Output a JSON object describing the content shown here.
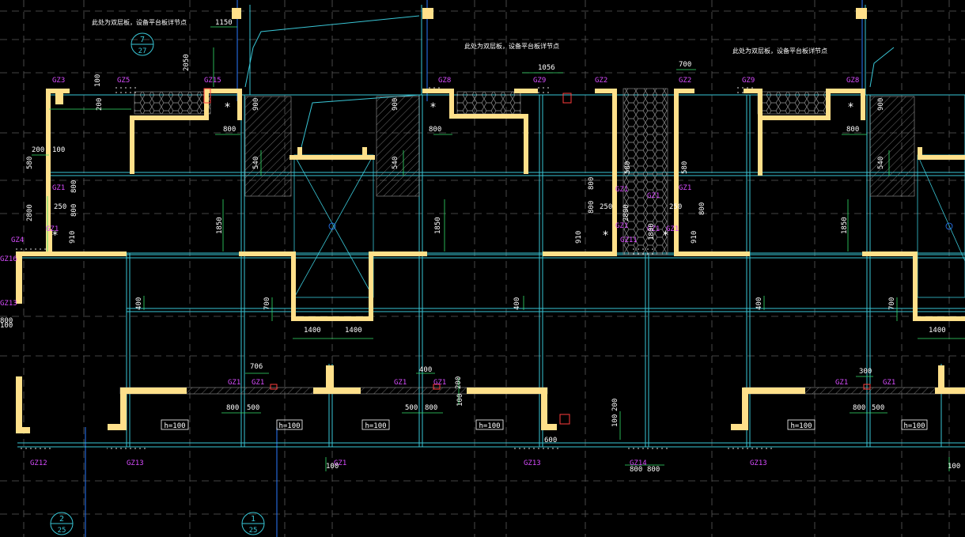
{
  "colors": {
    "background": "#000000",
    "wall": "#ffe08a",
    "axis": "#2a7aff",
    "grid": "#6e6e6e",
    "beam": "#39c6d6",
    "dimension": "#34e06a",
    "label_magenta": "#d84cff",
    "text": "#ffffff",
    "hatch": "#9a9a9a",
    "red_marker": "#ff3c3c"
  },
  "icons": [
    "detail-callout-icon",
    "elevator-shaft-cross-icon",
    "hatch-pattern-icon"
  ],
  "notes": [
    {
      "id": "note-left",
      "text": "此处为双层板，设备平台板详节点"
    },
    {
      "id": "note-mid",
      "text": "此处为双层板，设备平台板详节点"
    },
    {
      "id": "note-right",
      "text": "此处为双层板，设备平台板详节点"
    }
  ],
  "callouts": [
    {
      "id": "callout-top",
      "top": "7",
      "bottom": "27"
    },
    {
      "id": "callout-bottom-left",
      "top": "2",
      "bottom": "25"
    },
    {
      "id": "callout-bottom-mid",
      "top": "1",
      "bottom": "25"
    }
  ],
  "column_tags": [
    {
      "text": "GZ3"
    },
    {
      "text": "GZ5"
    },
    {
      "text": "GZ15"
    },
    {
      "text": "GZ8"
    },
    {
      "text": "GZ9"
    },
    {
      "text": "GZ2"
    },
    {
      "text": "GZ2"
    },
    {
      "text": "GZ9"
    },
    {
      "text": "GZ8"
    },
    {
      "text": "GZ4"
    },
    {
      "text": "GZ16"
    },
    {
      "text": "GZ1"
    },
    {
      "text": "GZ1"
    },
    {
      "text": "GZ13"
    },
    {
      "text": "GZ1"
    },
    {
      "text": "GZ1"
    },
    {
      "text": "GZ11"
    },
    {
      "text": "GZ1"
    },
    {
      "text": "GZ1"
    },
    {
      "text": "GZ1"
    },
    {
      "text": "GZ1"
    },
    {
      "text": "GZ1"
    },
    {
      "text": "GZ1"
    },
    {
      "text": "GZ1"
    },
    {
      "text": "GZ1"
    },
    {
      "text": "GZ1"
    },
    {
      "text": "GZ1"
    },
    {
      "text": "GZ12"
    },
    {
      "text": "GZ13"
    },
    {
      "text": "GZ1"
    },
    {
      "text": "GZ13"
    },
    {
      "text": "GZ14"
    },
    {
      "text": "GZ13"
    }
  ],
  "dimensions": [
    {
      "text": "1150"
    },
    {
      "text": "2050"
    },
    {
      "text": "1056"
    },
    {
      "text": "700"
    },
    {
      "text": "200"
    },
    {
      "text": "100"
    },
    {
      "text": "200"
    },
    {
      "text": "100"
    },
    {
      "text": "900"
    },
    {
      "text": "800"
    },
    {
      "text": "900"
    },
    {
      "text": "800"
    },
    {
      "text": "900"
    },
    {
      "text": "800"
    },
    {
      "text": "580"
    },
    {
      "text": "540"
    },
    {
      "text": "540"
    },
    {
      "text": "540"
    },
    {
      "text": "800"
    },
    {
      "text": "250"
    },
    {
      "text": "800"
    },
    {
      "text": "2800"
    },
    {
      "text": "910"
    },
    {
      "text": "1850"
    },
    {
      "text": "1850"
    },
    {
      "text": "1850"
    },
    {
      "text": "580"
    },
    {
      "text": "800"
    },
    {
      "text": "800"
    },
    {
      "text": "250"
    },
    {
      "text": "2800"
    },
    {
      "text": "910"
    },
    {
      "text": "1800"
    },
    {
      "text": "580"
    },
    {
      "text": "250"
    },
    {
      "text": "800"
    },
    {
      "text": "910"
    },
    {
      "text": "400"
    },
    {
      "text": "700"
    },
    {
      "text": "1400"
    },
    {
      "text": "1400"
    },
    {
      "text": "400"
    },
    {
      "text": "400"
    },
    {
      "text": "700"
    },
    {
      "text": "1400"
    },
    {
      "text": "706"
    },
    {
      "text": "400"
    },
    {
      "text": "300"
    },
    {
      "text": "800"
    },
    {
      "text": "500"
    },
    {
      "text": "500"
    },
    {
      "text": "800"
    },
    {
      "text": "100"
    },
    {
      "text": "200"
    },
    {
      "text": "800"
    },
    {
      "text": "500"
    },
    {
      "text": "100"
    },
    {
      "text": "200"
    },
    {
      "text": "600"
    },
    {
      "text": "100"
    },
    {
      "text": "100"
    },
    {
      "text": "800"
    },
    {
      "text": "800"
    },
    {
      "text": "100"
    },
    {
      "text": "800"
    }
  ],
  "slab_labels": [
    {
      "text": "h=100"
    },
    {
      "text": "h=100"
    },
    {
      "text": "h=100"
    },
    {
      "text": "h=100"
    },
    {
      "text": "h=100"
    },
    {
      "text": "h=100"
    }
  ]
}
